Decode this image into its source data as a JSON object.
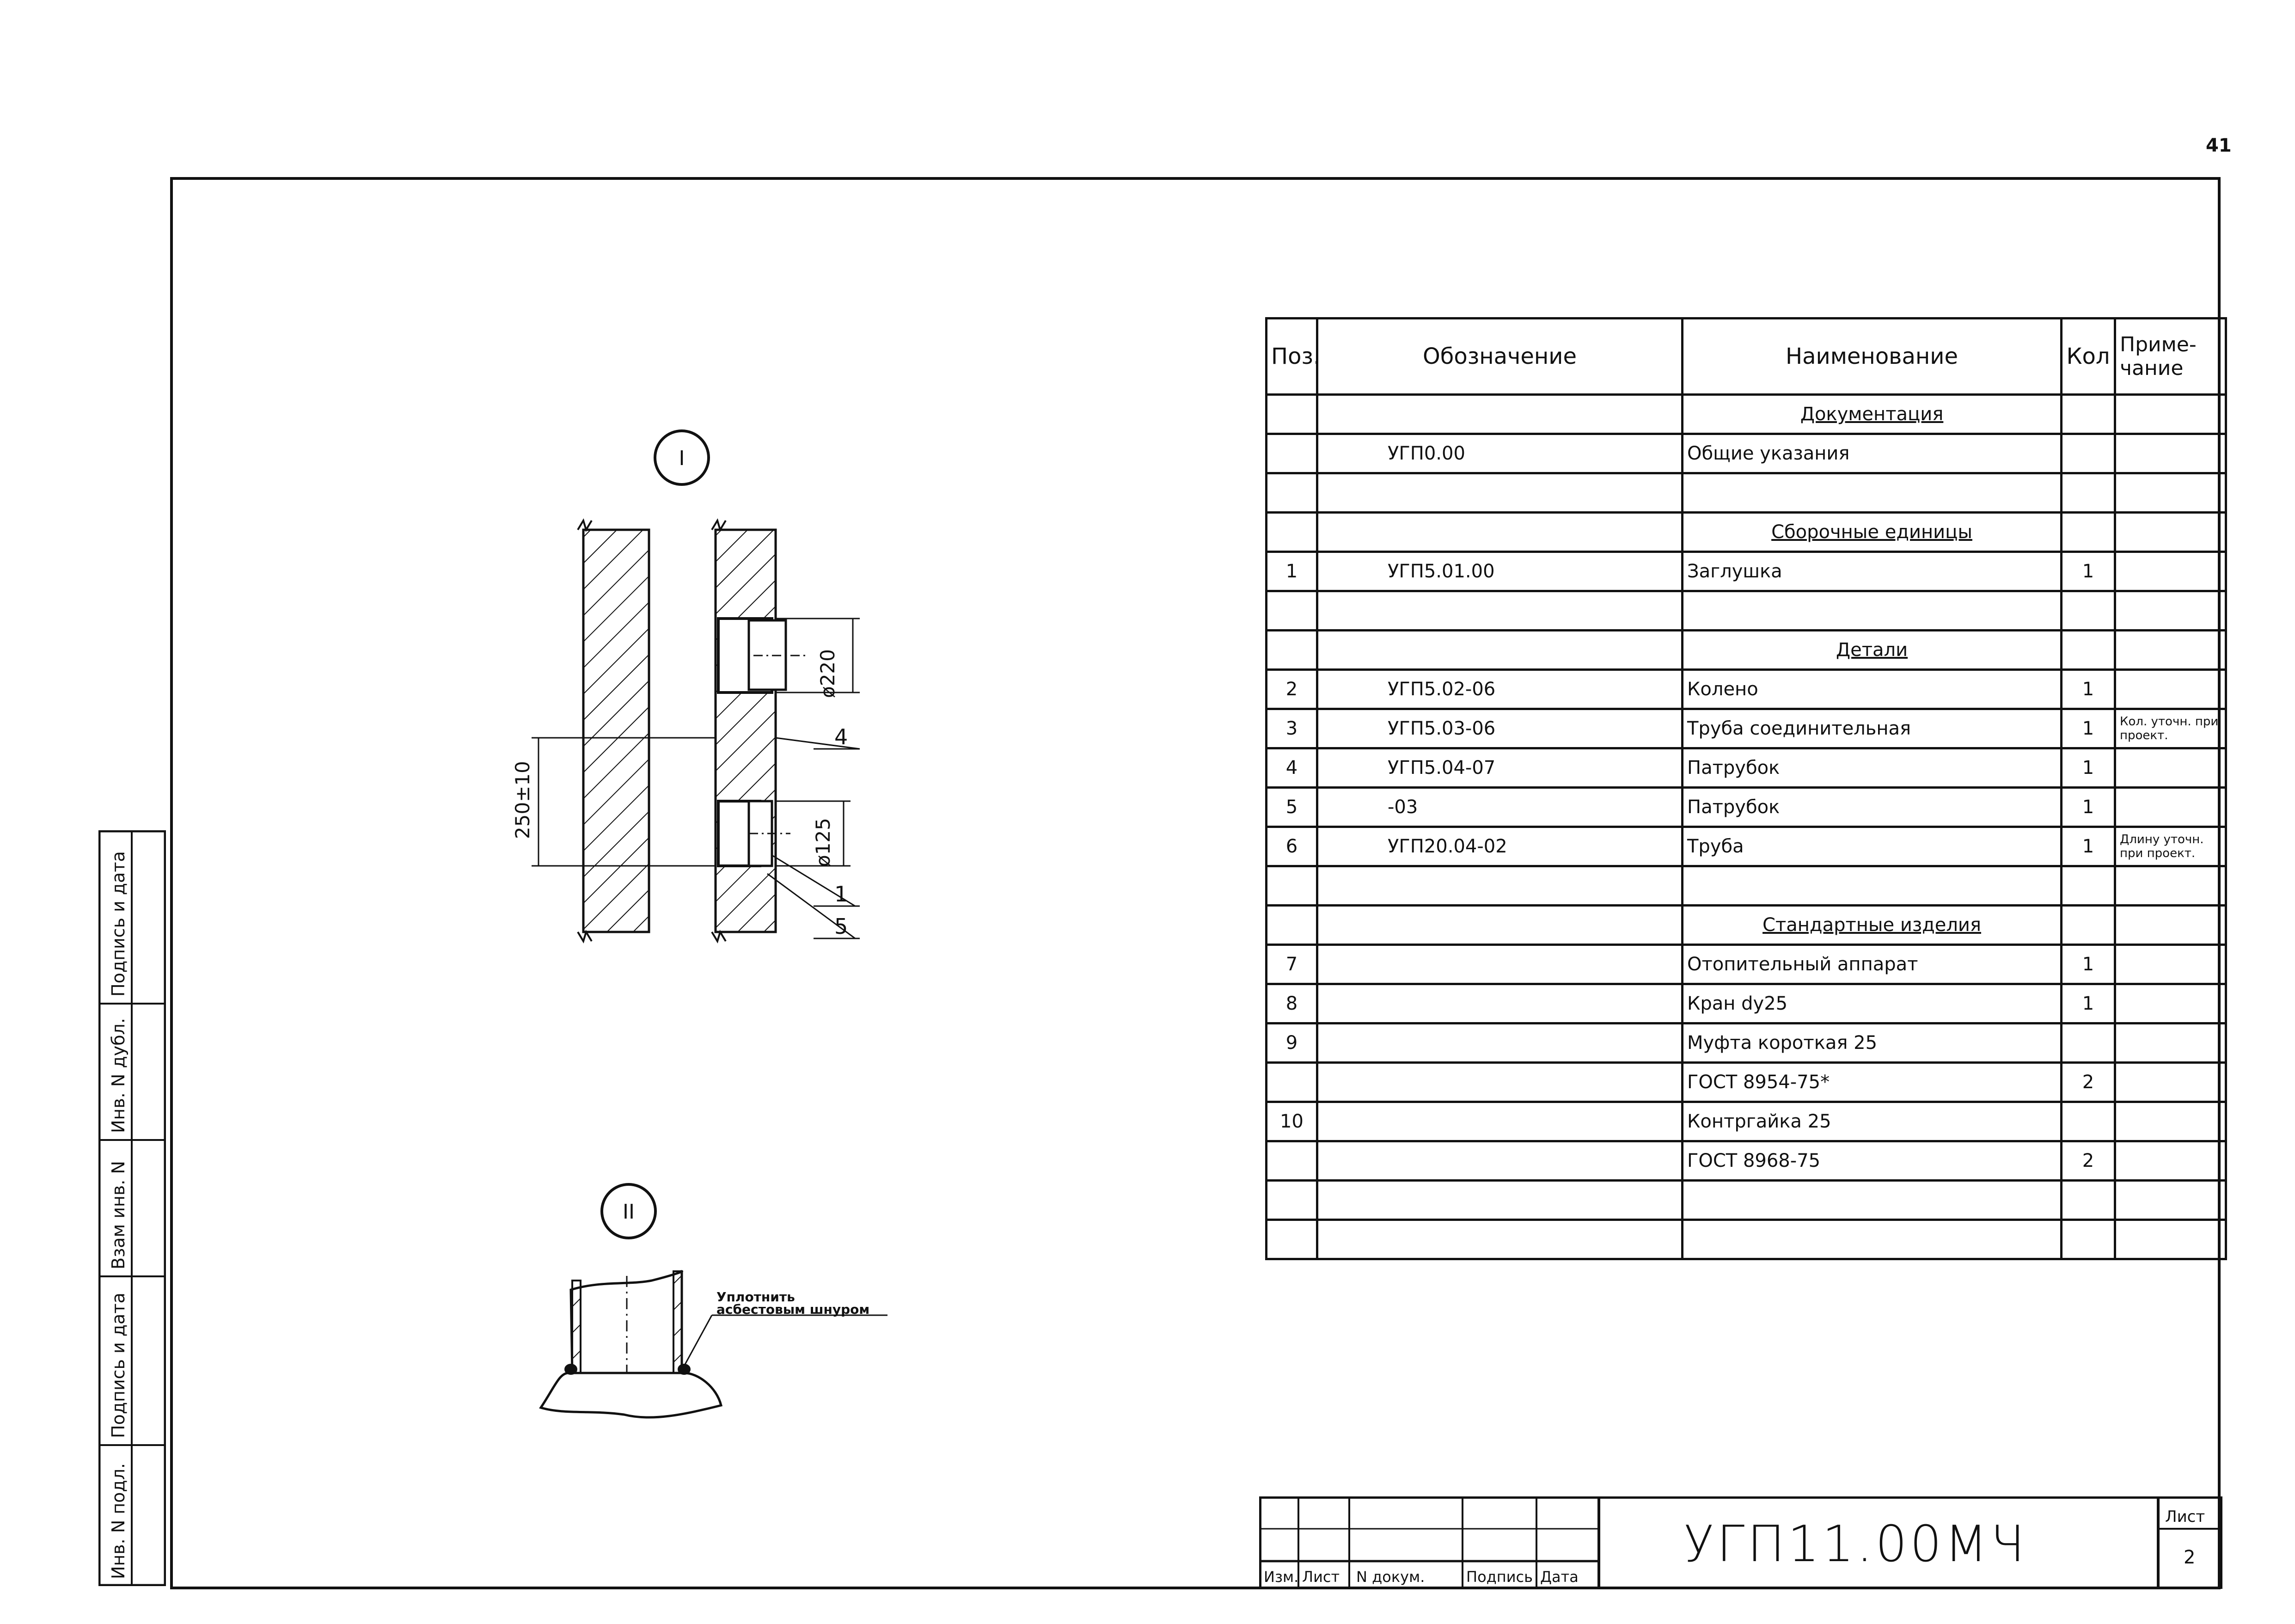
{
  "page_number": "41",
  "spec_table": {
    "headers": {
      "pos": "Поз.",
      "designation": "Обозначение",
      "name": "Наименование",
      "qty": "Кол",
      "note": "Приме- чание"
    },
    "rows": [
      {
        "kind": "section",
        "name": "Документация"
      },
      {
        "kind": "item",
        "pos": "",
        "designation": "УГП0.00",
        "name": "Общие указания",
        "qty": "",
        "note": ""
      },
      {
        "kind": "blank"
      },
      {
        "kind": "section",
        "name": "Сборочные единицы"
      },
      {
        "kind": "item",
        "pos": "1",
        "designation": "УГП5.01.00",
        "name": "Заглушка",
        "qty": "1",
        "note": ""
      },
      {
        "kind": "blank"
      },
      {
        "kind": "section",
        "name": "Детали"
      },
      {
        "kind": "item",
        "pos": "2",
        "designation": "УГП5.02-06",
        "name": "Колено",
        "qty": "1",
        "note": ""
      },
      {
        "kind": "item",
        "pos": "3",
        "designation": "УГП5.03-06",
        "name": "Труба соединительная",
        "qty": "1",
        "note": "Кол. уточн. при проект."
      },
      {
        "kind": "item",
        "pos": "4",
        "designation": "УГП5.04-07",
        "name": "Патрубок",
        "qty": "1",
        "note": ""
      },
      {
        "kind": "item",
        "pos": "5",
        "designation": "-03",
        "name": "Патрубок",
        "qty": "1",
        "note": ""
      },
      {
        "kind": "item",
        "pos": "6",
        "designation": "УГП20.04-02",
        "name": "Труба",
        "qty": "1",
        "note": "Длину уточн. при проект."
      },
      {
        "kind": "blank"
      },
      {
        "kind": "section",
        "name": "Стандартные изделия"
      },
      {
        "kind": "item",
        "pos": "7",
        "designation": "",
        "name": "Отопительный аппарат",
        "qty": "1",
        "note": ""
      },
      {
        "kind": "item",
        "pos": "8",
        "designation": "",
        "name": "Кран dy25",
        "qty": "1",
        "note": ""
      },
      {
        "kind": "item",
        "pos": "9",
        "designation": "",
        "name": "Муфта короткая 25",
        "qty": "",
        "note": ""
      },
      {
        "kind": "item",
        "pos": "",
        "designation": "",
        "name": "ГОСТ 8954-75*",
        "qty": "2",
        "note": ""
      },
      {
        "kind": "item",
        "pos": "10",
        "designation": "",
        "name": "Контргайка 25",
        "qty": "",
        "note": ""
      },
      {
        "kind": "item",
        "pos": "",
        "designation": "",
        "name": "ГОСТ 8968-75",
        "qty": "2",
        "note": ""
      },
      {
        "kind": "blank"
      },
      {
        "kind": "blank"
      }
    ]
  },
  "views": {
    "view1_label": "I",
    "view2_label": "II",
    "dim_d220": "ø220",
    "dim_d125": "ø125",
    "dim_250": "250±10",
    "callout_4": "4",
    "callout_1": "1",
    "callout_5": "5",
    "seal_note_line1": "Уплотнить",
    "seal_note_line2": "асбестовым шнуром"
  },
  "left_strip": {
    "labels": [
      "Инв. N подл.",
      "Подпись и дата",
      "Взам инв. N",
      "Инв. N дубл.",
      "Подпись и дата"
    ]
  },
  "title_block": {
    "col_labels": [
      "Изм.",
      "Лист",
      "N докум.",
      "Подпись",
      "Дата"
    ],
    "code": "УГП11.00МЧ",
    "sheet_label": "Лист",
    "sheet_number": "2"
  }
}
